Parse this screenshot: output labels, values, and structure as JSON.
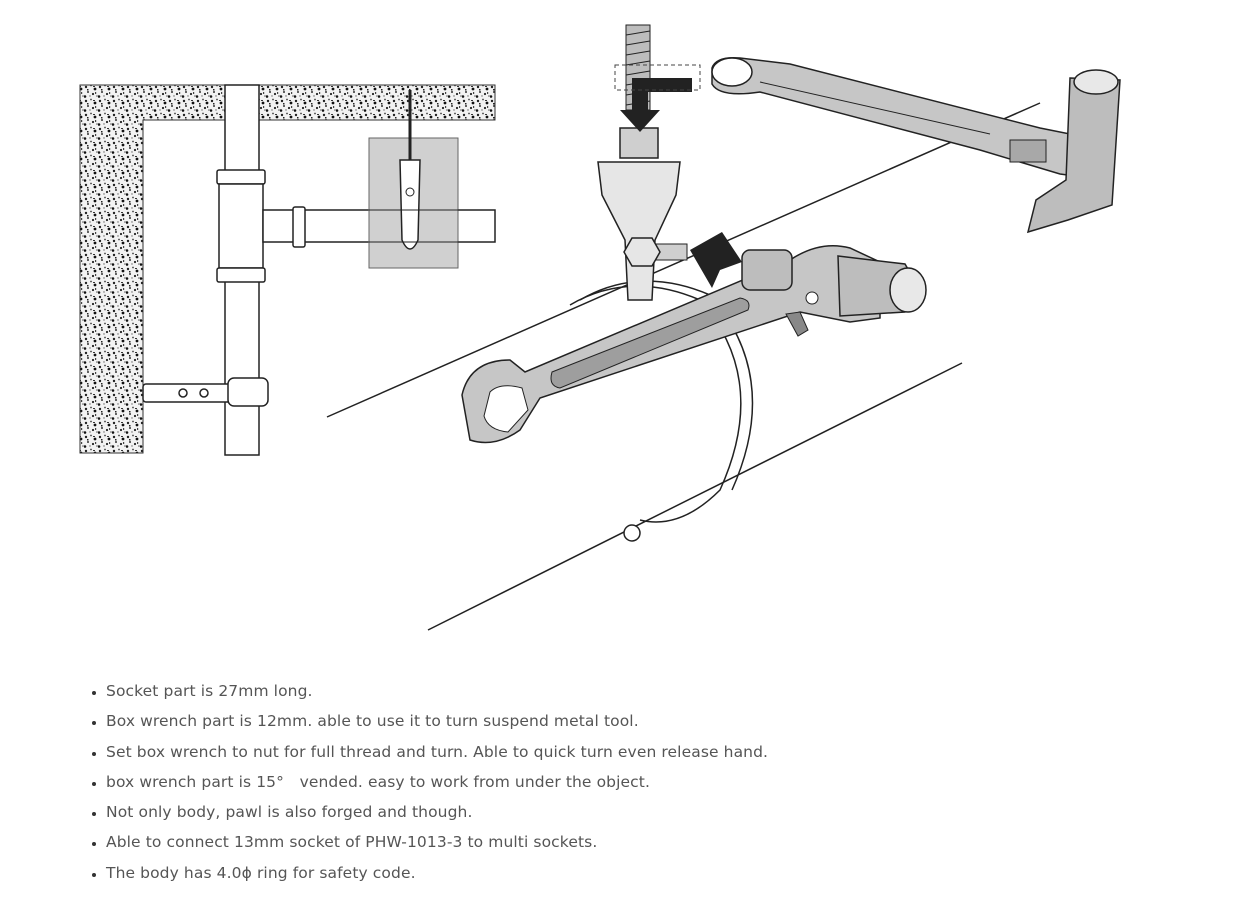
{
  "features": [
    "Socket part is 27mm long.",
    "Box wrench part is 12mm. able to use it to turn suspend metal tool.",
    "Set box wrench to nut for full thread and turn. Able to quick turn even release hand.",
    "box wrench part is 15°　vended. easy to work from under the object.",
    "Not only body, pawl is also forged and though.",
    "Able to connect 13mm socket of PHW-1013-3 to multi sockets.",
    "The body has 4.0ϕ ring for safety code."
  ]
}
